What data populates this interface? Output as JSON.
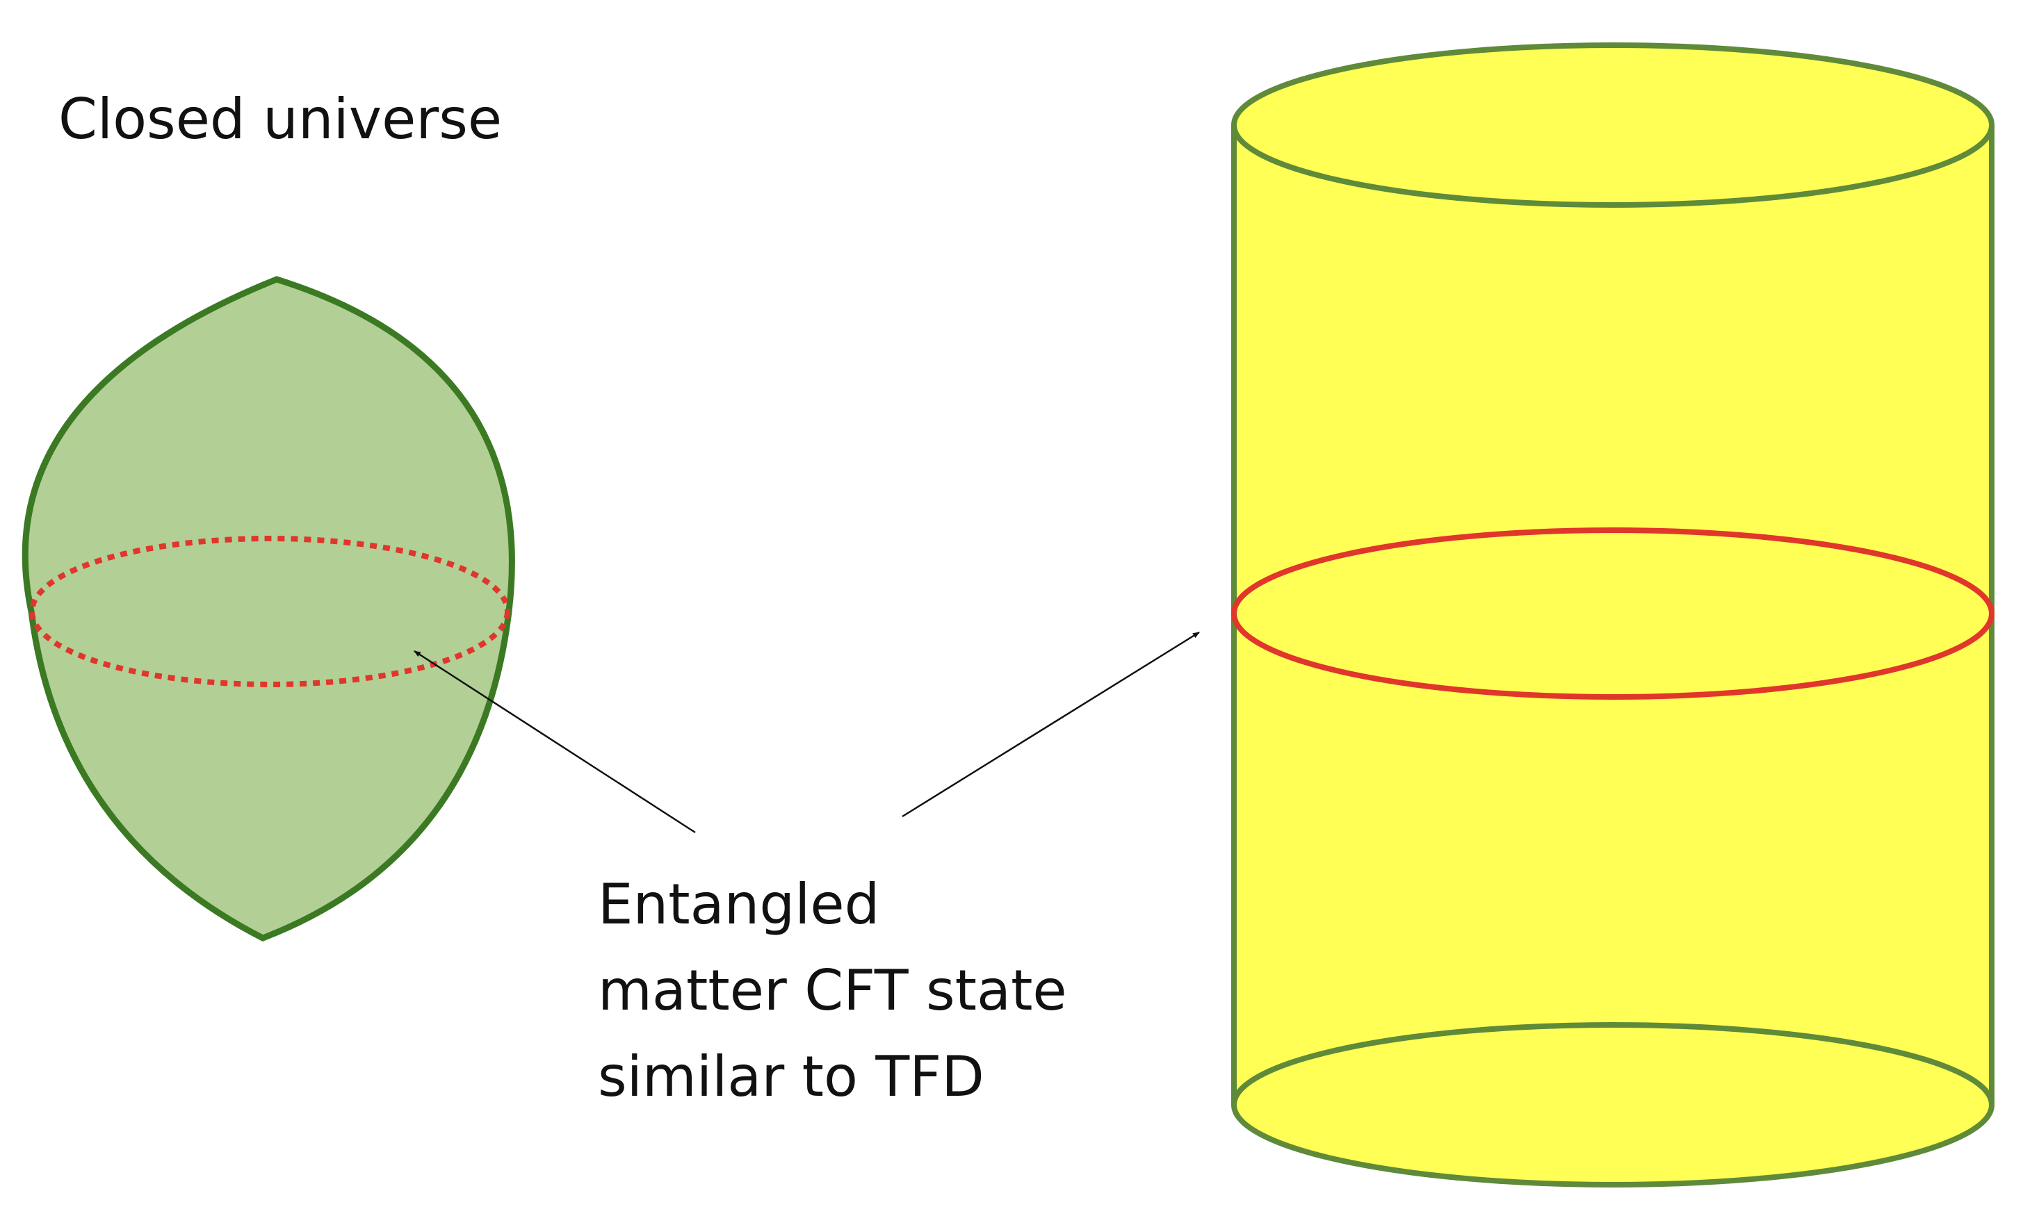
{
  "title": "Closed universe",
  "annotation": {
    "lines": [
      "Entangled",
      "matter CFT state",
      "similar to TFD"
    ]
  },
  "colors": {
    "universe_fill": "#b2cf96",
    "universe_stroke": "#3b7a23",
    "equator": "#e0362b",
    "cylinder_fill": "#ffff55",
    "cylinder_stroke": "#5f8a3a",
    "arrow": "#111111"
  }
}
